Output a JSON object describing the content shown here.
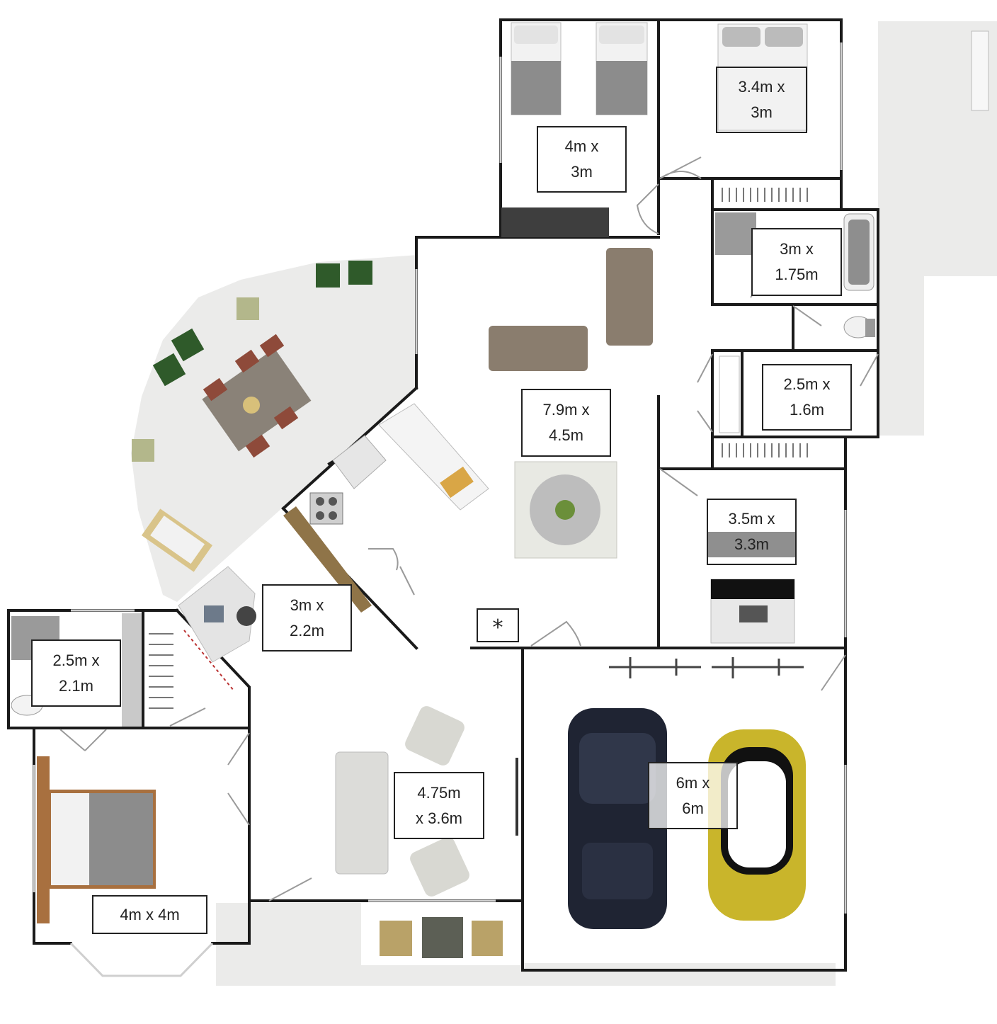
{
  "rooms": [
    {
      "id": "bedroom-2",
      "line1": "4m x",
      "line2": "3m"
    },
    {
      "id": "bedroom-3",
      "line1": "3.4m x",
      "line2": "3m"
    },
    {
      "id": "main-bathroom",
      "line1": "3m x",
      "line2": "1.75m"
    },
    {
      "id": "laundry",
      "line1": "2.5m x",
      "line2": "1.6m"
    },
    {
      "id": "living-dining",
      "line1": "7.9m x",
      "line2": "4.5m"
    },
    {
      "id": "bedroom-4",
      "line1": "3.5m x",
      "line2": "3.3m"
    },
    {
      "id": "kitchen",
      "line1": "3m x",
      "line2": "2.2m"
    },
    {
      "id": "ensuite",
      "line1": "2.5m x",
      "line2": "2.1m"
    },
    {
      "id": "lounge",
      "line1": "4.75m",
      "line2": "x 3.6m"
    },
    {
      "id": "garage",
      "line1": "6m x",
      "line2": "6m"
    },
    {
      "id": "master-bedroom",
      "line1": "4m x 4m"
    }
  ],
  "symbols": {
    "hot_water": "*"
  },
  "colors": {
    "wall": "#1a1a1a",
    "outdoor": "#ebebea",
    "floor": "#ffffff",
    "bed_cover": "#8c8c8c",
    "sofa": "#8a7d6e",
    "timber": "#a8703f",
    "plant": "#2f5a2a",
    "car_dark": "#1f2433",
    "car_yellow": "#c9b52b"
  }
}
